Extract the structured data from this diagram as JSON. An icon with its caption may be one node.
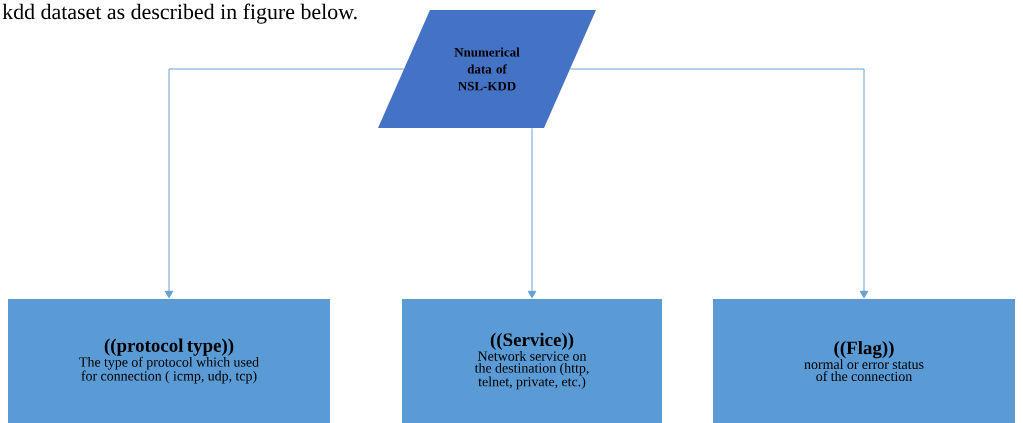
{
  "diagram": {
    "nodes": [
      {
        "text": [
          "Nnumerical data of NSL-KDD"
        ]
      },
      {
        "text": [
          "((protocol type))",
          "The type of protocol which used for connection ( icmp, udp, tcp)"
        ]
      },
      {
        "text": [
          "((Service))",
          "Network service on the destination (http, telnet, private, etc.)"
        ]
      },
      {
        "text": [
          "((Flag))",
          "normal or error status of the connection"
        ]
      }
    ],
    "edges": [
      {
        "from": 0,
        "to": 1,
        "arrow": "to"
      },
      {
        "from": 0,
        "to": 2,
        "arrow": "to"
      },
      {
        "from": 0,
        "to": 3,
        "arrow": "to"
      }
    ],
    "labels": [
      "kdd dataset as described in figure below."
    ]
  }
}
